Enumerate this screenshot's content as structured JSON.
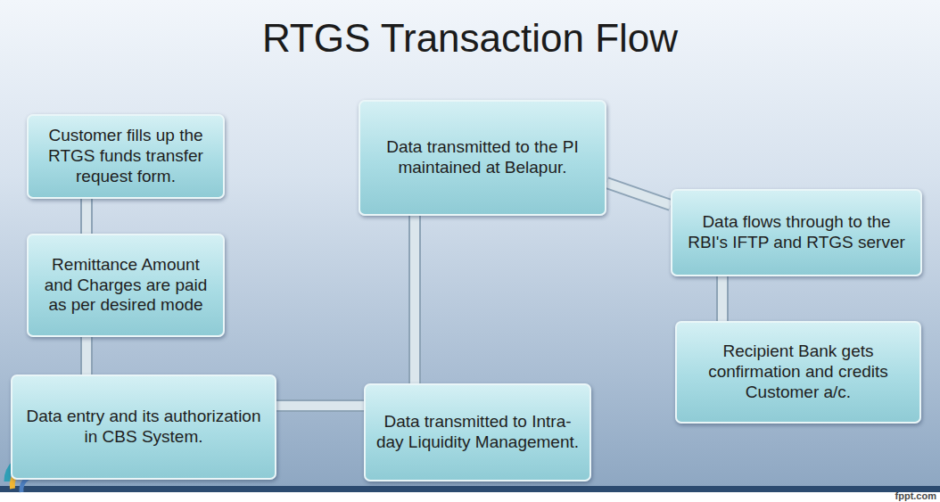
{
  "diagram": {
    "title": "RTGS Transaction Flow",
    "nodes": [
      {
        "text": [
          "Customer fills up the RTGS funds transfer request form."
        ]
      },
      {
        "text": [
          "Remittance Amount and Charges are paid as per desired mode"
        ]
      },
      {
        "text": [
          "Data entry and its authorization in CBS System."
        ]
      },
      {
        "text": [
          "Data transmitted to Intra-day Liquidity Management."
        ]
      },
      {
        "text": [
          "Data transmitted to the PI maintained at Belapur."
        ]
      },
      {
        "text": [
          "Data flows through to the RBI's IFTP and RTGS server"
        ]
      },
      {
        "text": [
          "Recipient Bank gets confirmation and credits Customer a/c."
        ]
      }
    ],
    "edges": [
      {
        "from": 0,
        "to": 1,
        "arrow": "none"
      },
      {
        "from": 1,
        "to": 2,
        "arrow": "none"
      },
      {
        "from": 2,
        "to": 3,
        "arrow": "none"
      },
      {
        "from": 3,
        "to": 4,
        "arrow": "none"
      },
      {
        "from": 4,
        "to": 5,
        "arrow": "none"
      },
      {
        "from": 5,
        "to": 6,
        "arrow": "none"
      }
    ],
    "labels": [
      "fppt.com"
    ]
  }
}
